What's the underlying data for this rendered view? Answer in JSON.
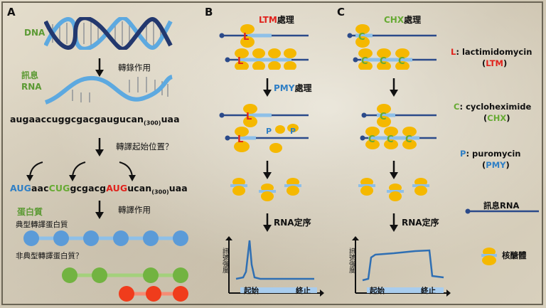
{
  "panels": {
    "a": "A",
    "b": "B",
    "c": "C"
  },
  "panel_a": {
    "dna": "DNA",
    "mrna_line1": "訊息",
    "mrna_line2": "RNA",
    "transcription": "轉錄作用",
    "seq1_main": "augaaccuggcgacgaugucan",
    "seq1_sub": "(300)",
    "seq1_end": "uaa",
    "start_question": "轉譯起始位置？",
    "seq2": {
      "c1": "AUG",
      "p1": "aac",
      "c2": "CUG",
      "p2": "gcgacg",
      "c3": "AUG",
      "p3": "ucan",
      "sub": "(300)",
      "end": "uaa"
    },
    "protein": "蛋白質",
    "translation": "轉譯作用",
    "canonical": "典型轉譯蛋白質",
    "noncanonical": "非典型轉譯蛋白質？"
  },
  "panel_b": {
    "drug": "LTM",
    "treat": "處理",
    "pmy": "PMY",
    "pmy_treat": "處理",
    "l_mark": "L",
    "p_mark": "P",
    "seq_step": "RNA定序",
    "ylabel": "訊號強度",
    "start": "起始",
    "stop": "終止"
  },
  "panel_c": {
    "drug": "CHX",
    "treat": "處理",
    "c_mark": "C",
    "seq_step": "RNA定序",
    "ylabel": "訊號強度",
    "start": "起始",
    "stop": "終止"
  },
  "legend": {
    "ltm_key": "L",
    "ltm_name": "lactimidomycin",
    "ltm_abbr": "LTM",
    "chx_key": "C",
    "chx_name": "cycloheximide",
    "chx_abbr": "CHX",
    "pmy_key": "P",
    "pmy_name": "puromycin",
    "pmy_abbr": "PMY",
    "mrna": "訊息RNA",
    "ribosome": "核醣體"
  },
  "colors": {
    "blue": "#2f7fc5",
    "green": "#66aa33",
    "red": "#e0221c",
    "ribosome": "#f5b800",
    "mrna": "#2b4a8a"
  }
}
